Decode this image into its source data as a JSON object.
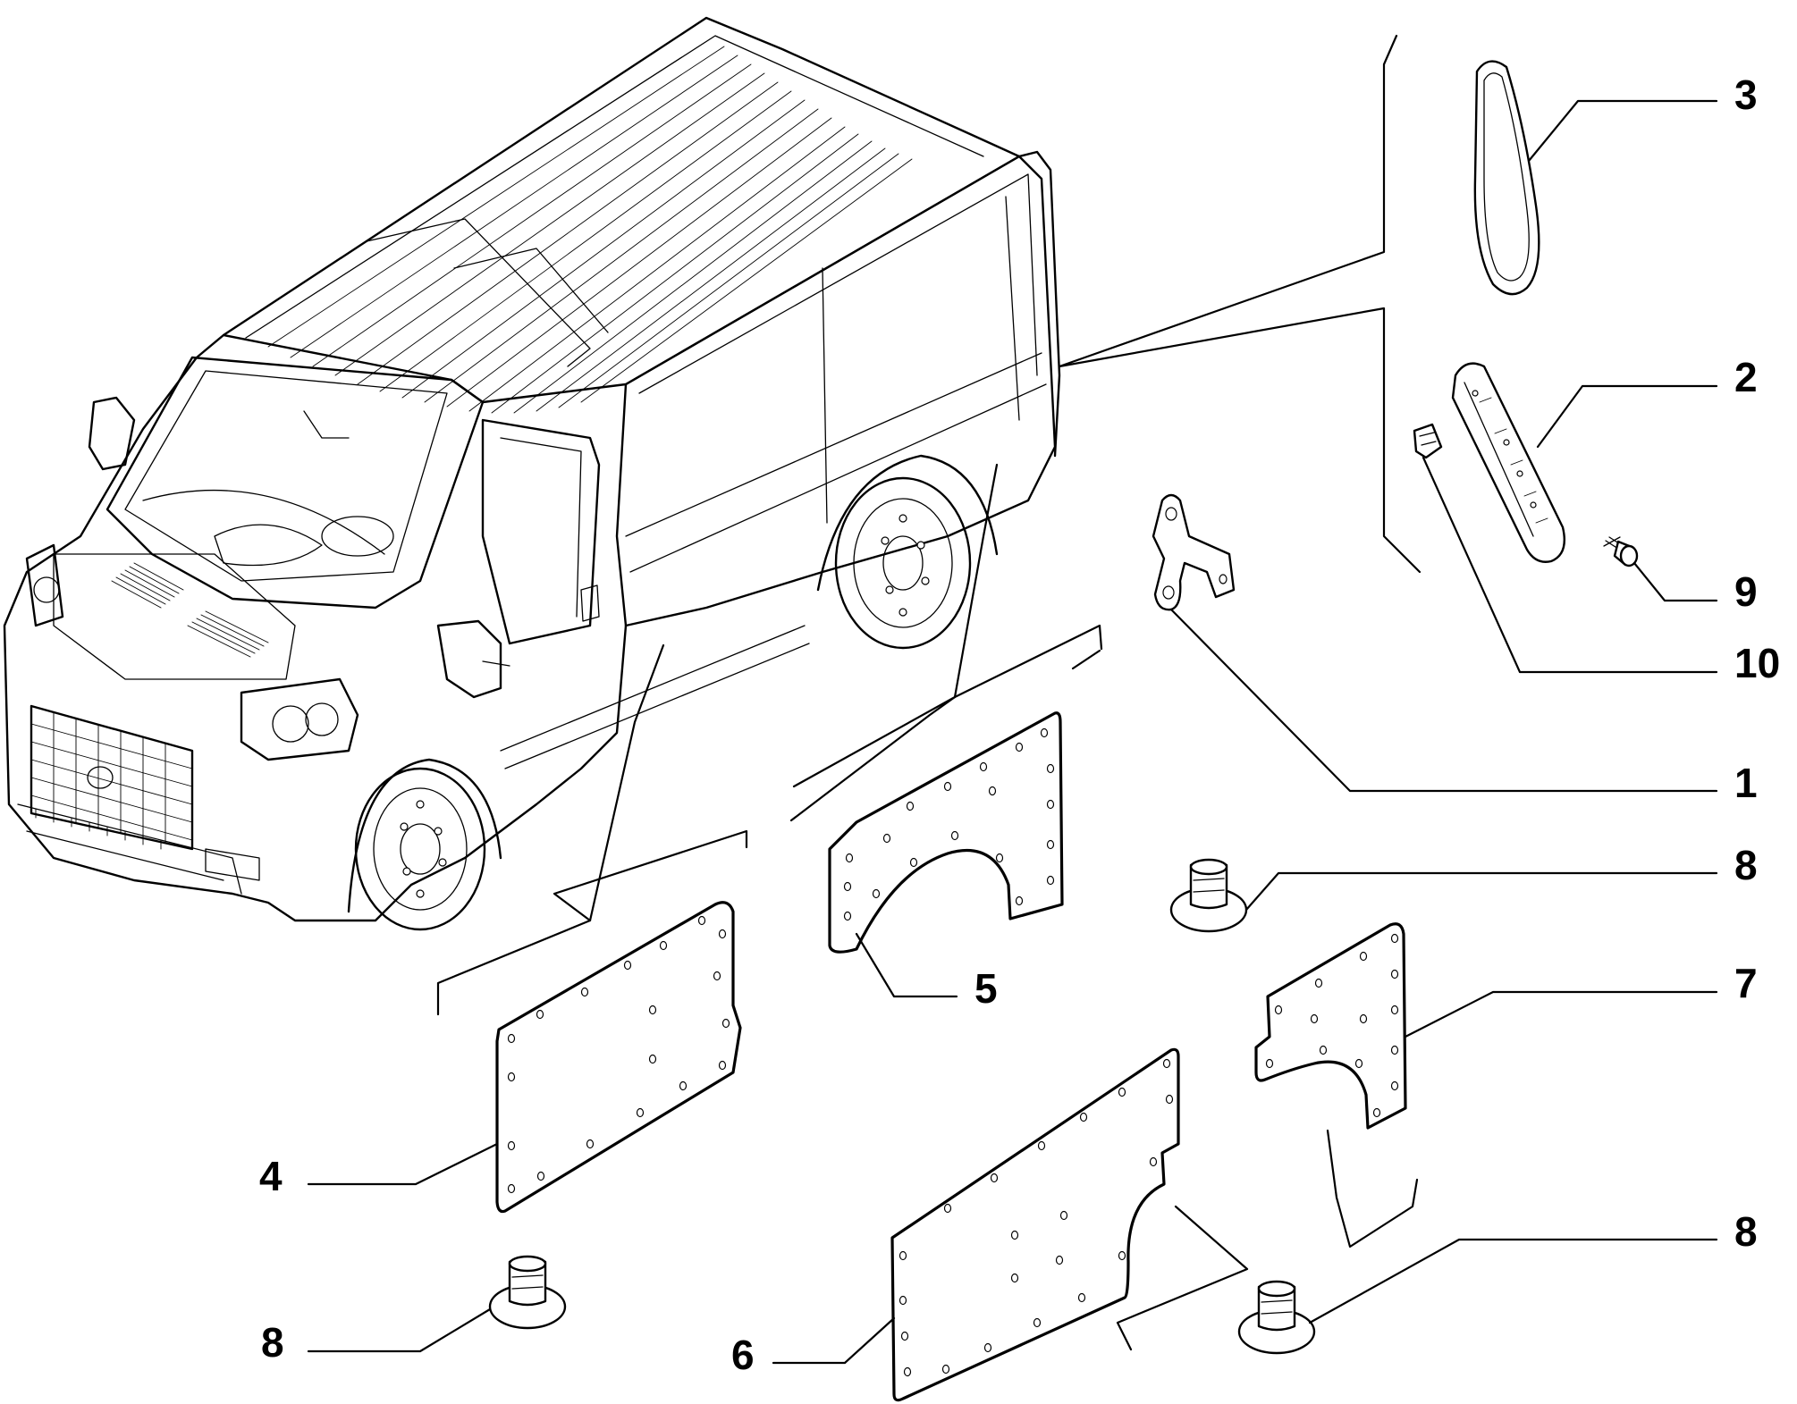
{
  "callouts": [
    {
      "id": "3",
      "text": "3"
    },
    {
      "id": "2",
      "text": "2"
    },
    {
      "id": "9",
      "text": "9"
    },
    {
      "id": "10",
      "text": "10"
    },
    {
      "id": "1",
      "text": "1"
    },
    {
      "id": "8a",
      "text": "8"
    },
    {
      "id": "7",
      "text": "7"
    },
    {
      "id": "5",
      "text": "5"
    },
    {
      "id": "4",
      "text": "4"
    },
    {
      "id": "8b",
      "text": "8"
    },
    {
      "id": "6",
      "text": "6"
    },
    {
      "id": "8c",
      "text": "8"
    }
  ],
  "icons": {
    "vehicle": "van-outline-icon",
    "fastener": "push-clip-icon",
    "screw": "screw-icon",
    "bracket": "bracket-icon",
    "clip": "clip-icon"
  }
}
